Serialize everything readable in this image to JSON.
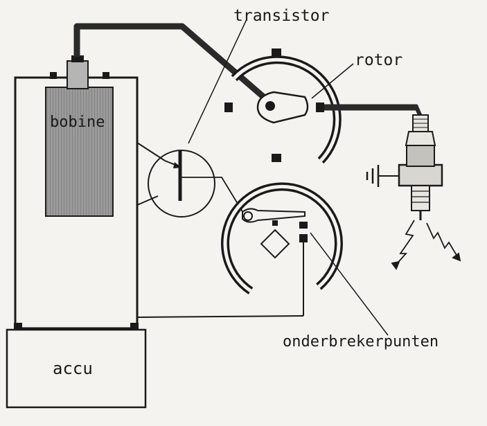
{
  "labels": {
    "transistor": "transistor",
    "rotor": "rotor",
    "coil": "bobine",
    "battery": "accu",
    "contact_points": "onderbrekerpunten"
  },
  "colors": {
    "ink": "#1a1a1a",
    "paper": "#f4f3ef",
    "coil_fill": "#8f8f8f",
    "background_text": "#c9c7c0"
  }
}
